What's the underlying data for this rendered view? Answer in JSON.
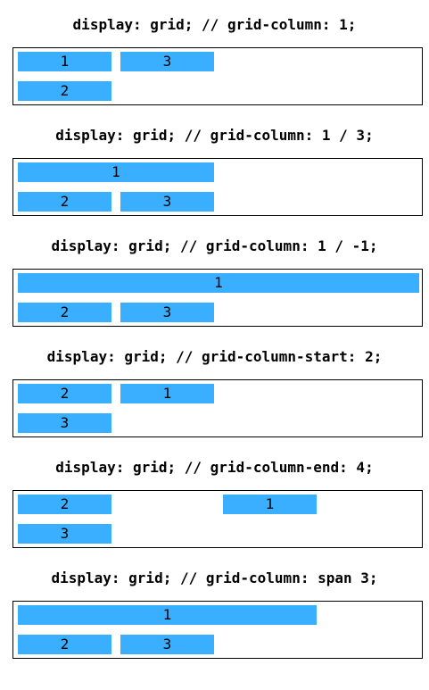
{
  "accent_color": "#3aaeff",
  "examples": [
    {
      "title": "display: grid; // grid-column: 1;",
      "items": [
        {
          "label": "1",
          "row": 1,
          "col_start": 1,
          "col_span": 1
        },
        {
          "label": "3",
          "row": 1,
          "col_start": 2,
          "col_span": 1
        },
        {
          "label": "2",
          "row": 2,
          "col_start": 1,
          "col_span": 1
        }
      ]
    },
    {
      "title": "display: grid; // grid-column: 1 / 3;",
      "items": [
        {
          "label": "1",
          "row": 1,
          "col_start": 1,
          "col_span": 2
        },
        {
          "label": "2",
          "row": 2,
          "col_start": 1,
          "col_span": 1
        },
        {
          "label": "3",
          "row": 2,
          "col_start": 2,
          "col_span": 1
        }
      ]
    },
    {
      "title": "display: grid; // grid-column: 1 / -1;",
      "items": [
        {
          "label": "1",
          "row": 1,
          "col_start": 1,
          "col_span": "full"
        },
        {
          "label": "2",
          "row": 2,
          "col_start": 1,
          "col_span": 1
        },
        {
          "label": "3",
          "row": 2,
          "col_start": 2,
          "col_span": 1
        }
      ]
    },
    {
      "title": "display: grid; // grid-column-start: 2;",
      "items": [
        {
          "label": "2",
          "row": 1,
          "col_start": 1,
          "col_span": 1
        },
        {
          "label": "1",
          "row": 1,
          "col_start": 2,
          "col_span": 1
        },
        {
          "label": "3",
          "row": 2,
          "col_start": 1,
          "col_span": 1
        }
      ]
    },
    {
      "title": "display: grid; // grid-column-end: 4;",
      "items": [
        {
          "label": "2",
          "row": 1,
          "col_start": 1,
          "col_span": 1
        },
        {
          "label": "1",
          "row": 1,
          "col_start": 3,
          "col_span": 1
        },
        {
          "label": "3",
          "row": 2,
          "col_start": 1,
          "col_span": 1
        }
      ]
    },
    {
      "title": "display: grid; // grid-column: span 3;",
      "items": [
        {
          "label": "1",
          "row": 1,
          "col_start": 1,
          "col_span": 3
        },
        {
          "label": "2",
          "row": 2,
          "col_start": 1,
          "col_span": 1
        },
        {
          "label": "3",
          "row": 2,
          "col_start": 2,
          "col_span": 1
        }
      ]
    }
  ]
}
